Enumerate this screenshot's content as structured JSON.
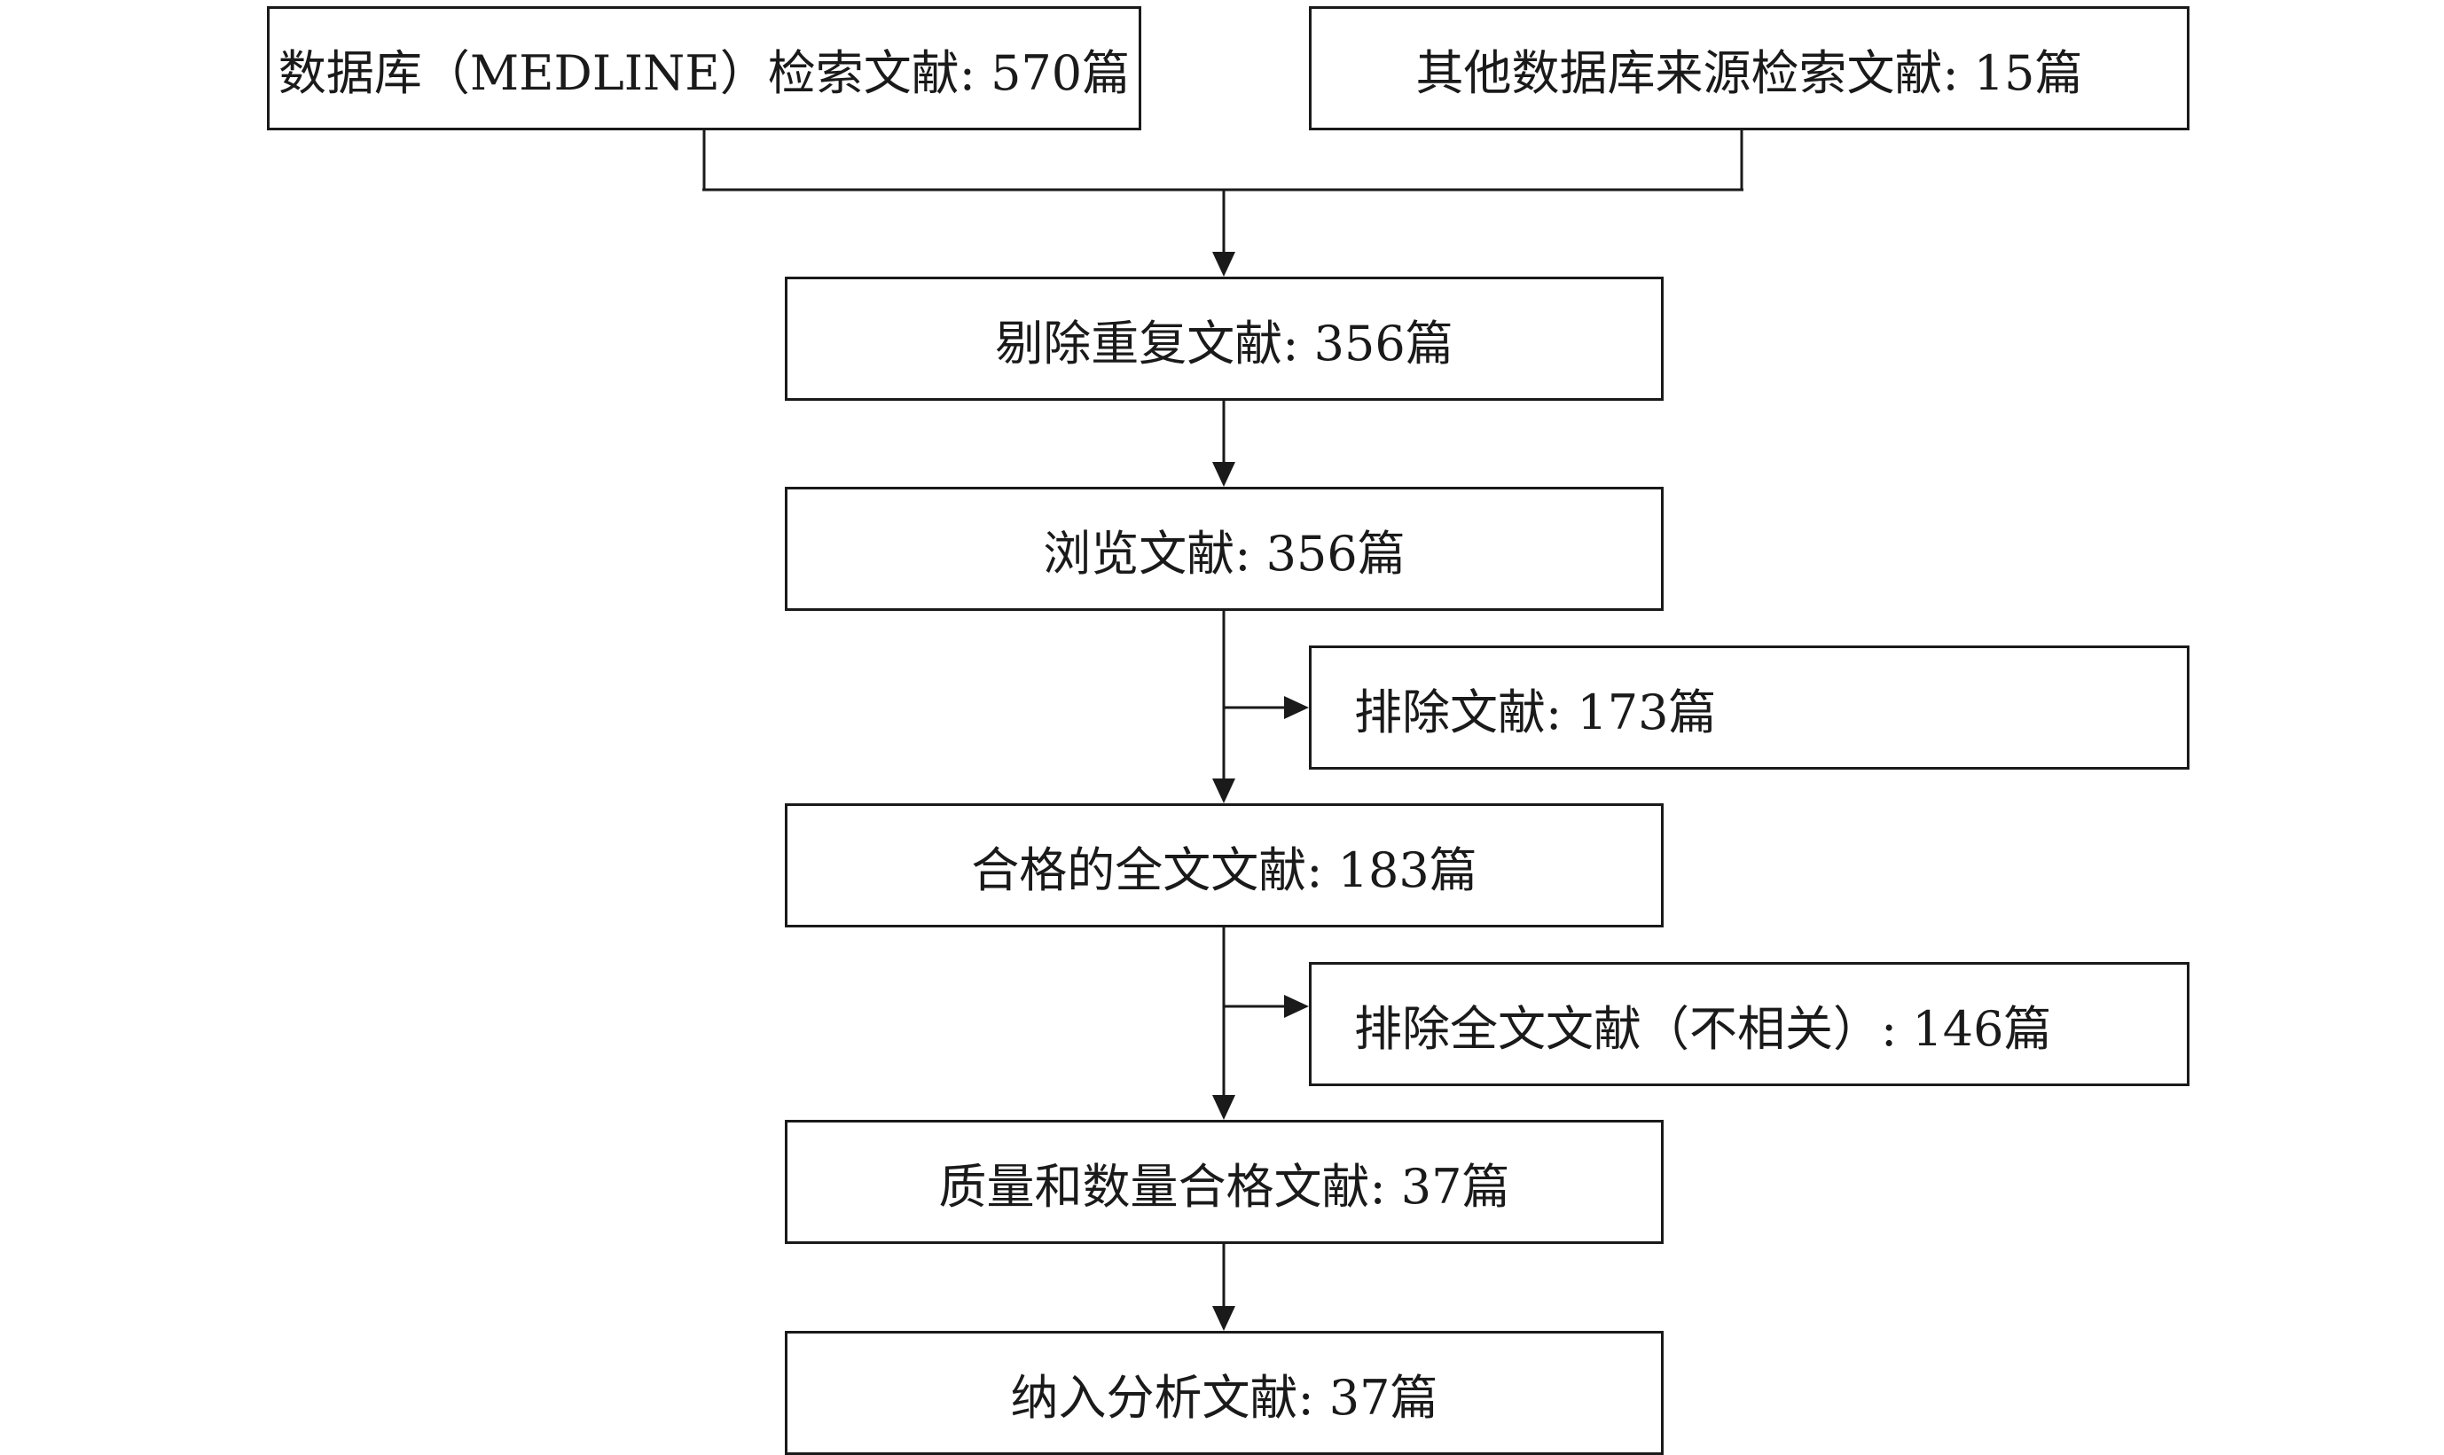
{
  "boxes": {
    "db_medline": "数据库（MEDLINE）检索文献: 570篇",
    "db_other": "其他数据库来源检索文献: 15篇",
    "dedup": "剔除重复文献: 356篇",
    "browse": "浏览文献: 356篇",
    "excluded": "排除文献: 173篇",
    "eligible_fulltext": "合格的全文文献: 183篇",
    "excluded_fulltext": "排除全文文献（不相关）: 146篇",
    "quality_quantity": "质量和数量合格文献: 37篇",
    "included": "纳入分析文献: 37篇"
  },
  "colors": {
    "line": "#1a1a1a",
    "background": "#ffffff"
  }
}
